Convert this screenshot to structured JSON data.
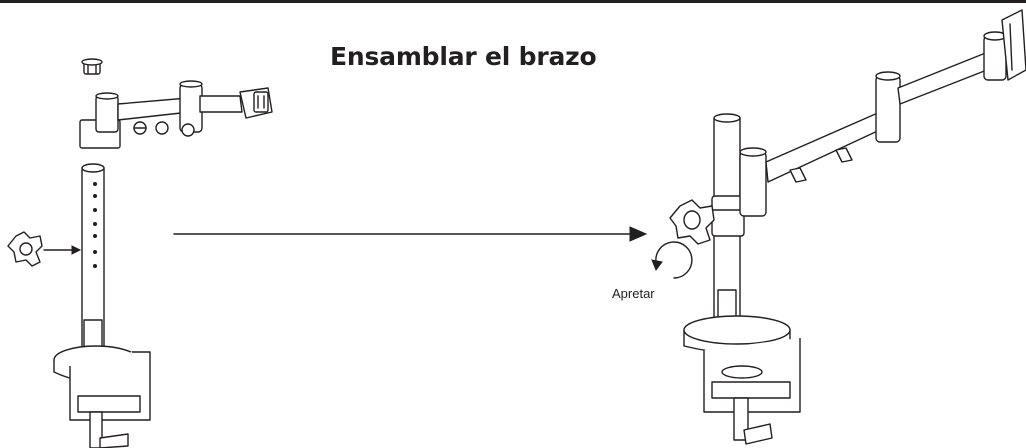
{
  "document": {
    "title": "Ensamblar el brazo",
    "tighten_label": "Apretar"
  },
  "colors": {
    "ink": "#231f20",
    "background": "#ffffff"
  },
  "icons": [
    "monitor-arm-parts-illustration",
    "knob-icon",
    "insert-arrow-icon",
    "direction-arrow-icon",
    "rotate-arrow-icon",
    "assembled-monitor-arm-illustration"
  ]
}
